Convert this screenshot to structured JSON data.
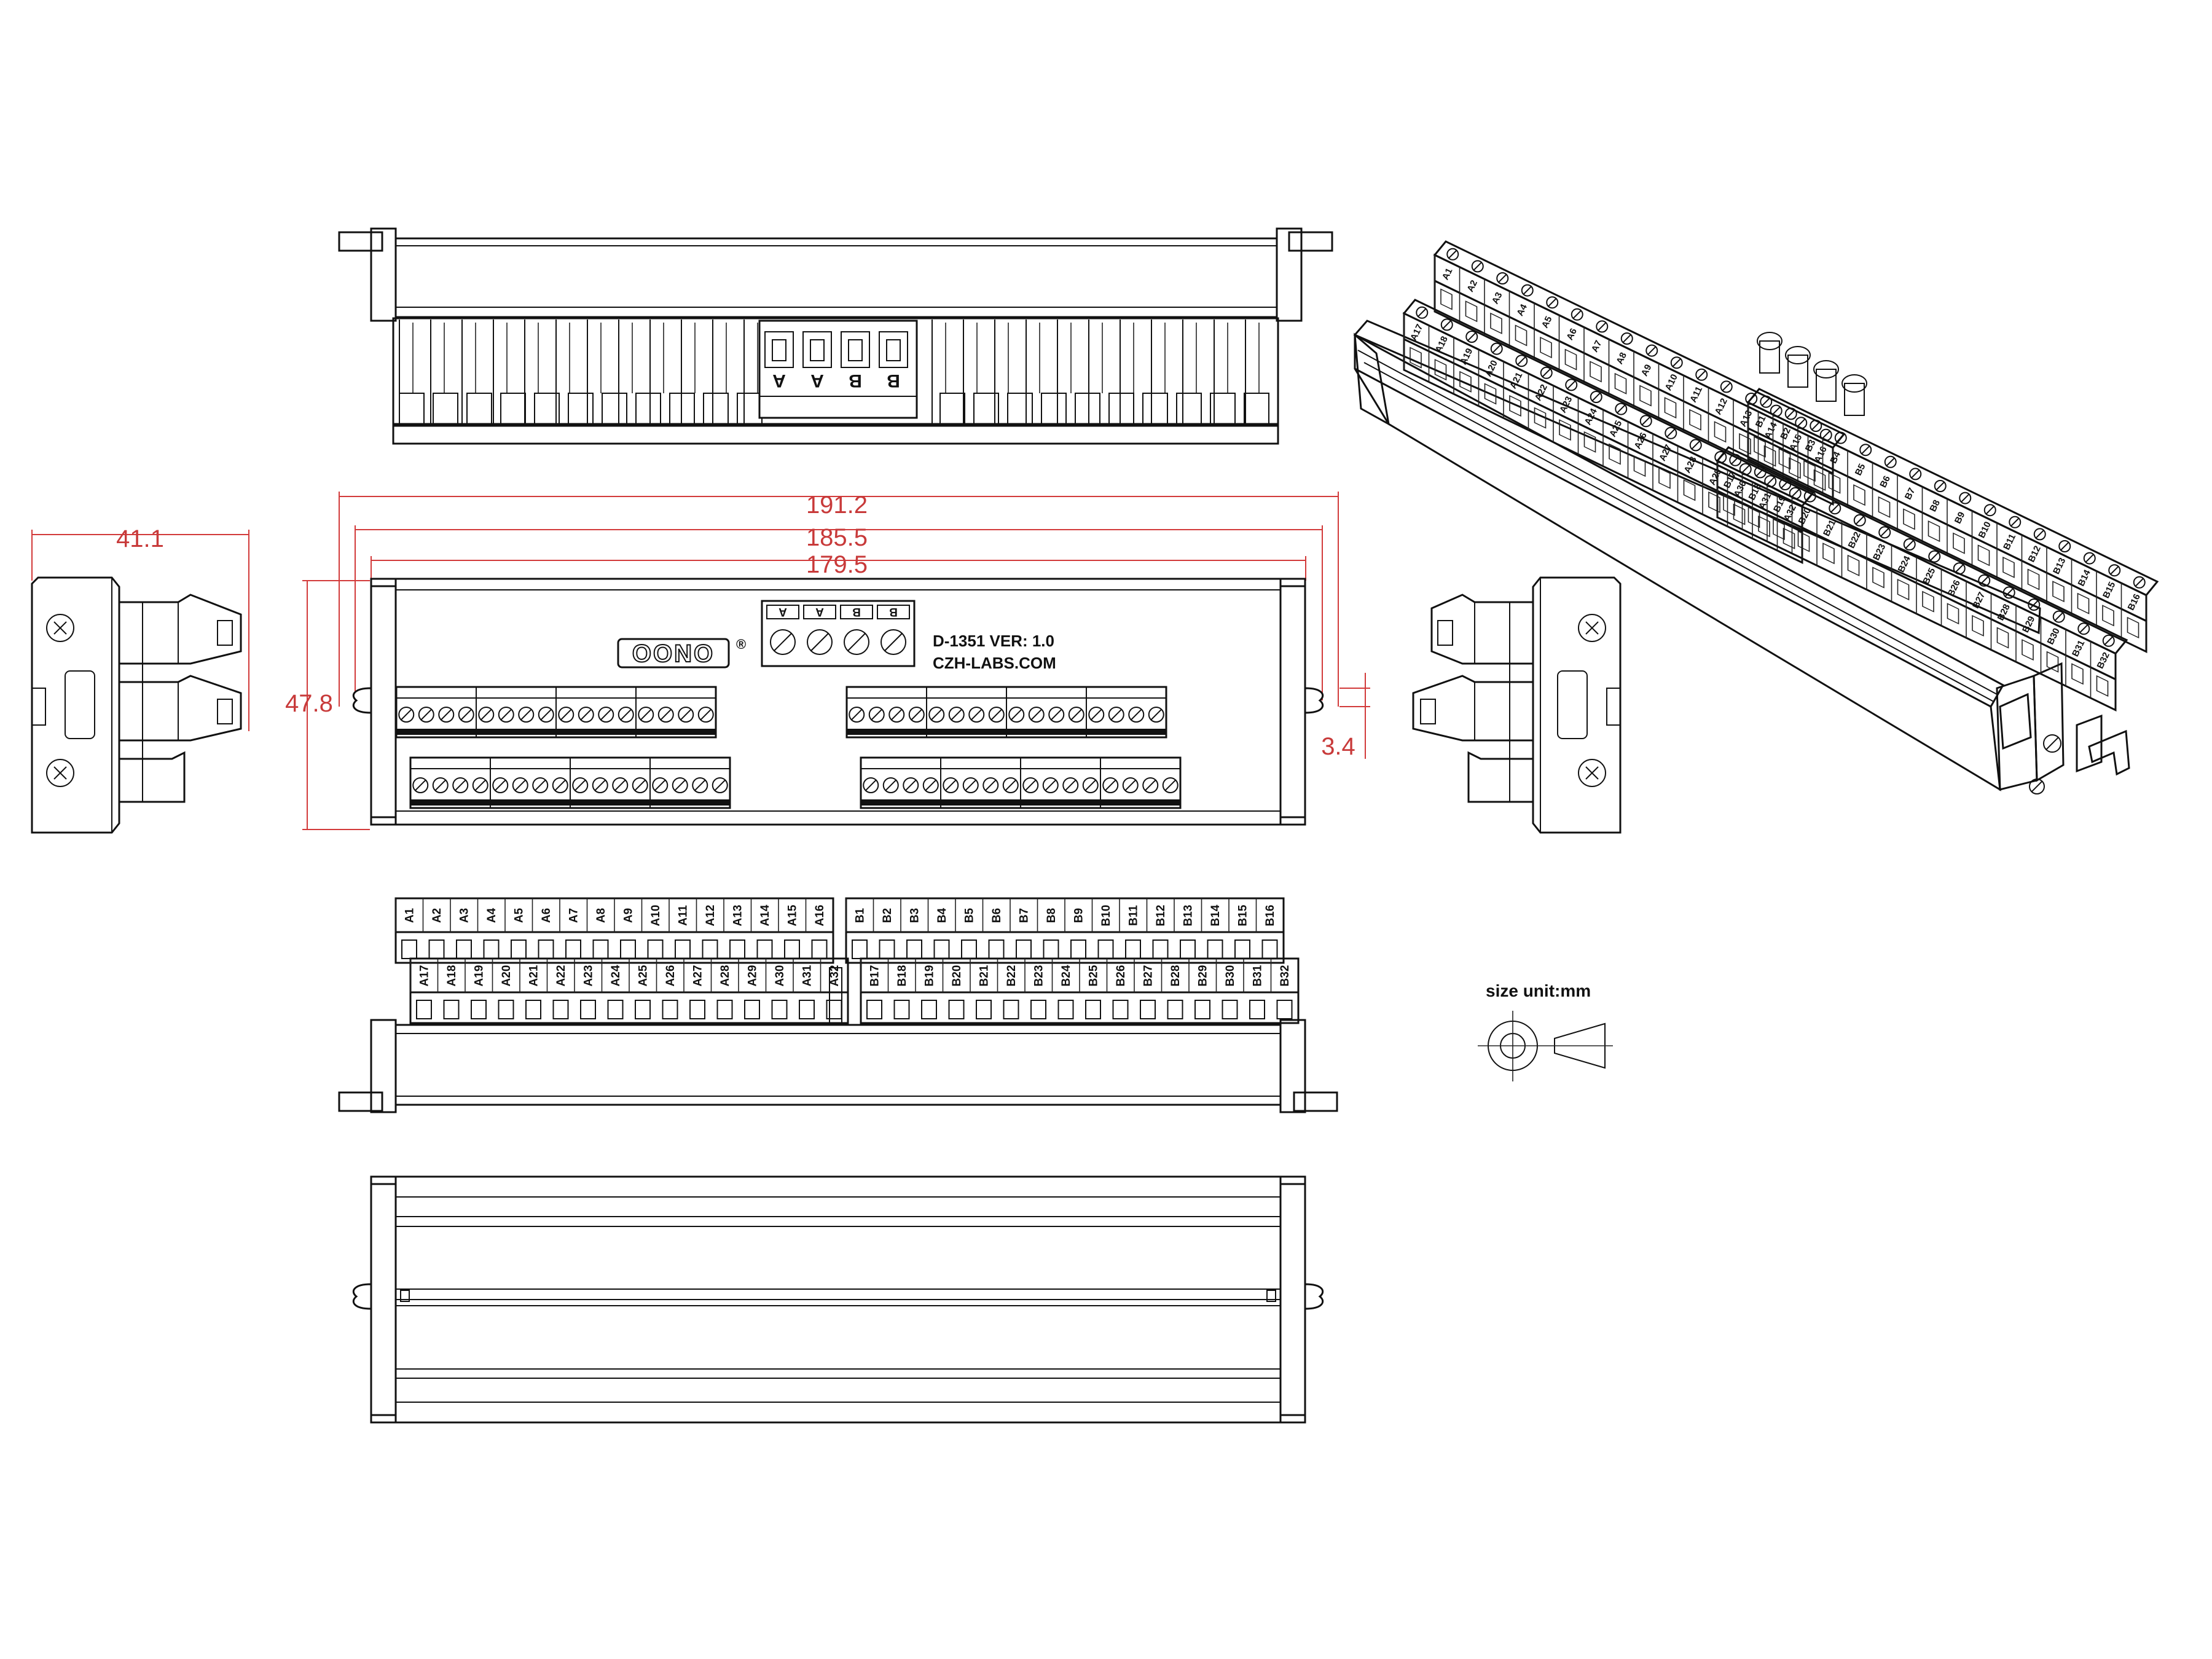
{
  "dimensions": {
    "side_width": "41.1",
    "overall_length": "191.2",
    "mount_pitch": "185.5",
    "rail_length": "179.5",
    "height": "47.8",
    "slot_width": "3.4"
  },
  "board": {
    "logo": "OONO",
    "registered_mark": "®",
    "model": "D-1351 VER: 1.0",
    "website": "CZH-LABS.COM",
    "bus_labels": [
      "A",
      "A",
      "B",
      "B"
    ]
  },
  "terminals": {
    "a_row_1": [
      "A1",
      "A2",
      "A3",
      "A4",
      "A5",
      "A6",
      "A7",
      "A8",
      "A9",
      "A10",
      "A11",
      "A12",
      "A13",
      "A14",
      "A15",
      "A16"
    ],
    "a_row_2": [
      "A17",
      "A18",
      "A19",
      "A20",
      "A21",
      "A22",
      "A23",
      "A24",
      "A25",
      "A26",
      "A27",
      "A28",
      "A29",
      "A30",
      "A31",
      "A32"
    ],
    "b_row_1": [
      "B1",
      "B2",
      "B3",
      "B4",
      "B5",
      "B6",
      "B7",
      "B8",
      "B9",
      "B10",
      "B11",
      "B12",
      "B13",
      "B14",
      "B15",
      "B16"
    ],
    "b_row_2": [
      "B17",
      "B18",
      "B19",
      "B20",
      "B21",
      "B22",
      "B23",
      "B24",
      "B25",
      "B26",
      "B27",
      "B28",
      "B29",
      "B30",
      "B31",
      "B32"
    ]
  },
  "legend": {
    "units": "size unit:mm"
  }
}
